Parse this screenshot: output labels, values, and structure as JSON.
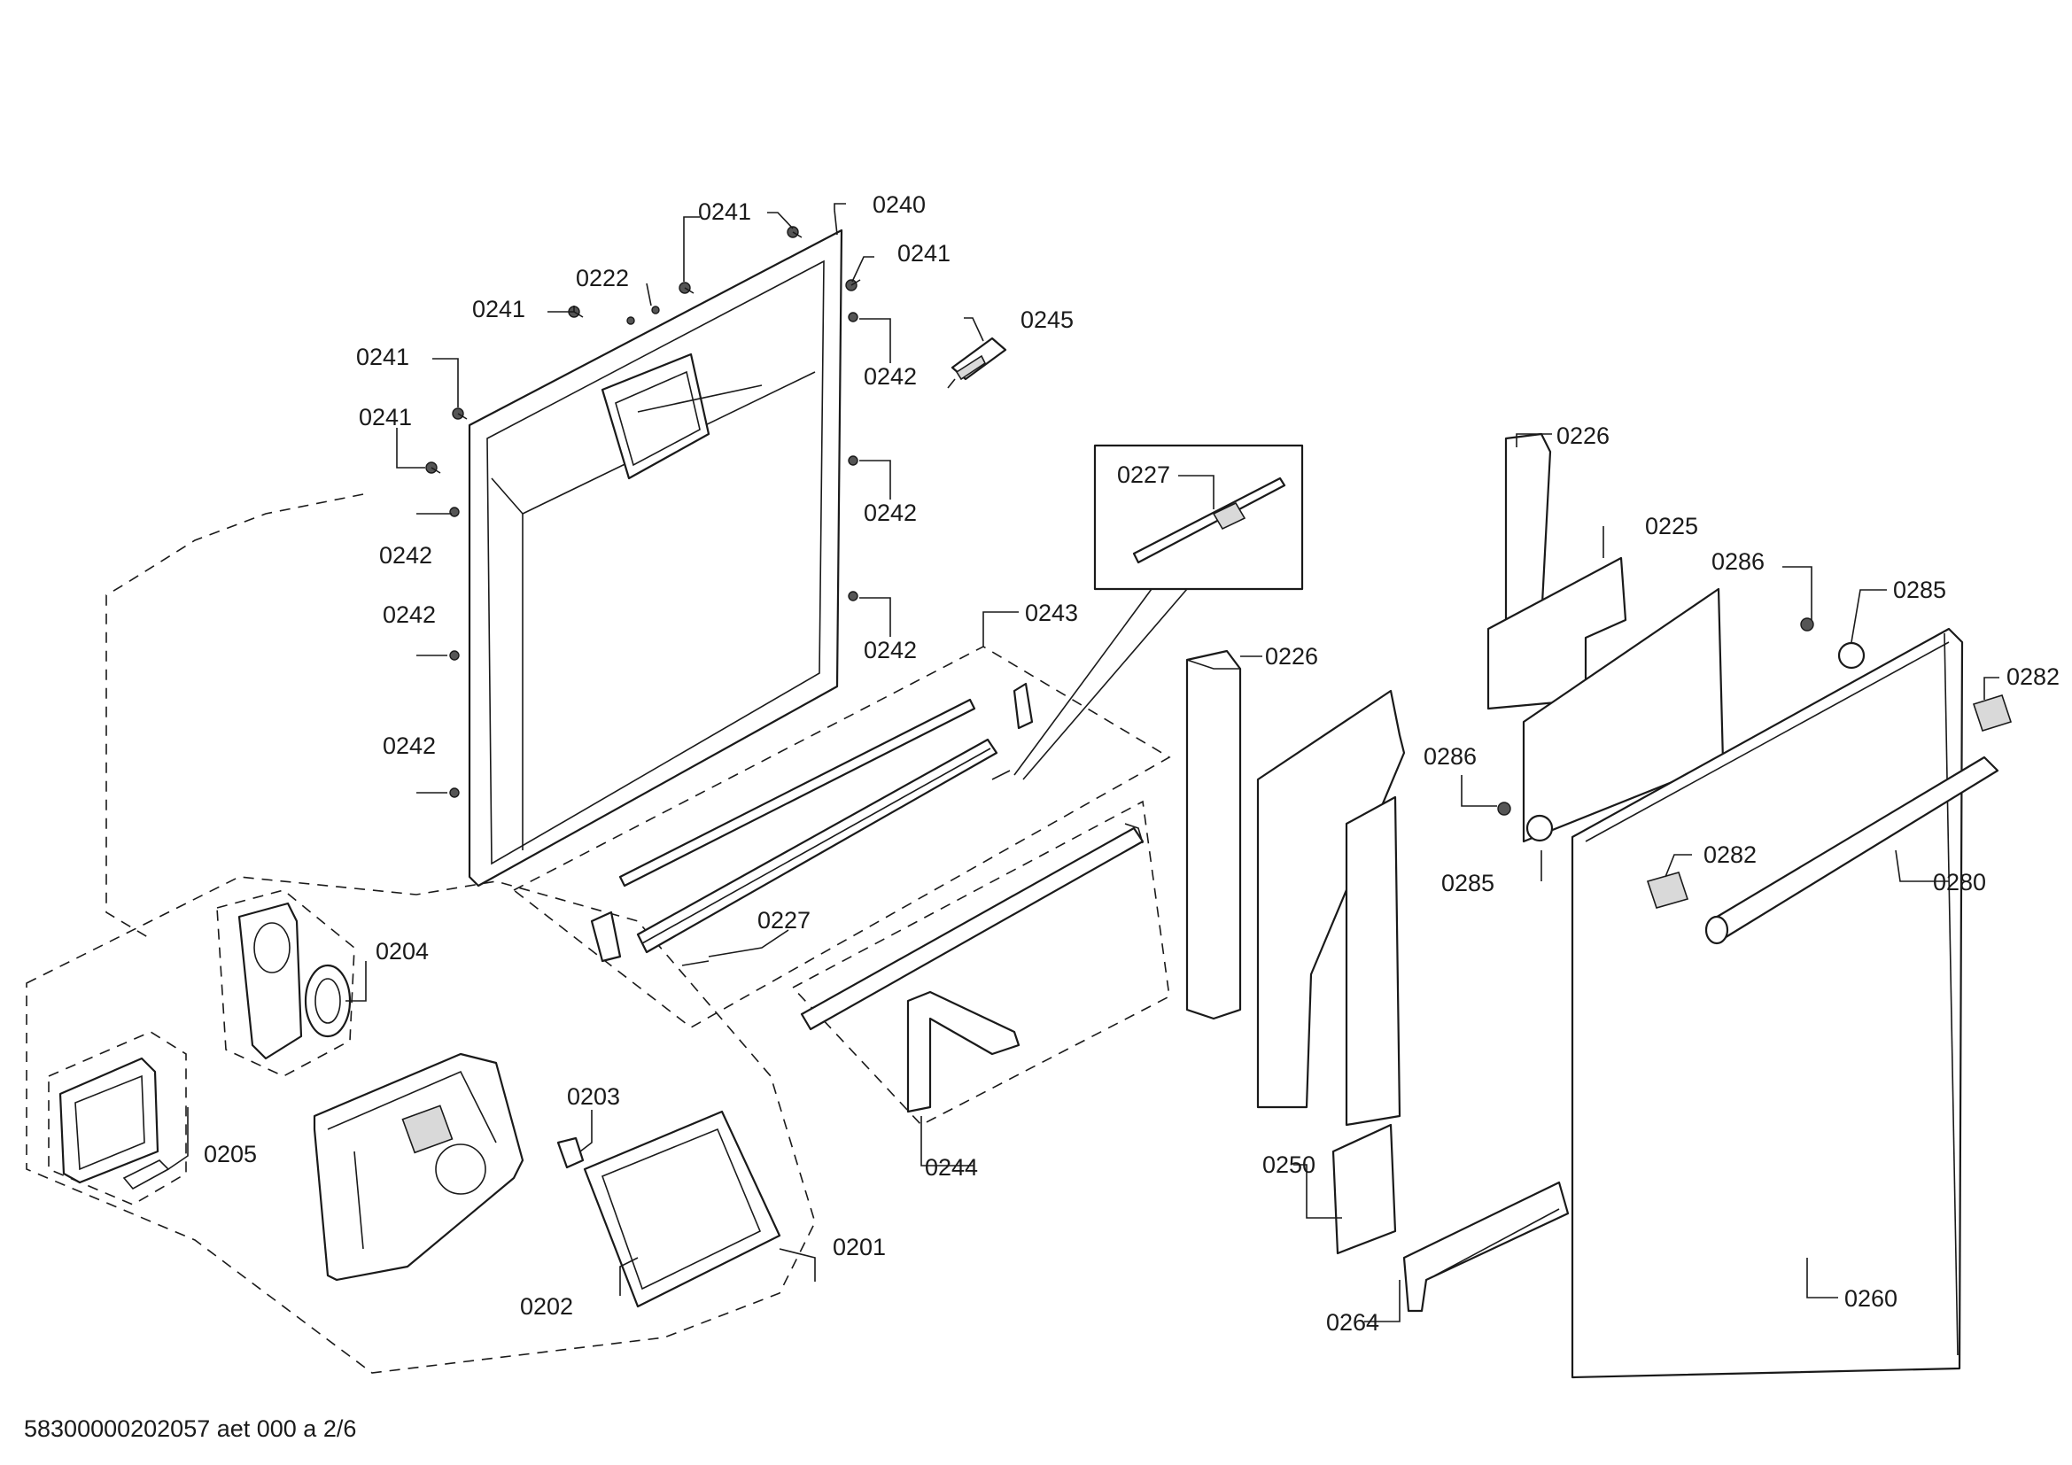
{
  "document_id": "58300000202057 aet 000 a 2/6",
  "callouts": [
    "0240",
    "0241",
    "0241",
    "0241",
    "0241",
    "0241",
    "0241",
    "0222",
    "0245",
    "0242",
    "0242",
    "0242",
    "0242",
    "0242",
    "0242",
    "0242",
    "0243",
    "0227",
    "0227",
    "0204",
    "0205",
    "0203",
    "0201",
    "0202",
    "0244",
    "0226",
    "0225",
    "0226",
    "0286",
    "0285",
    "0286",
    "0285",
    "0282",
    "0282",
    "0280",
    "0250",
    "0264",
    "0260"
  ]
}
